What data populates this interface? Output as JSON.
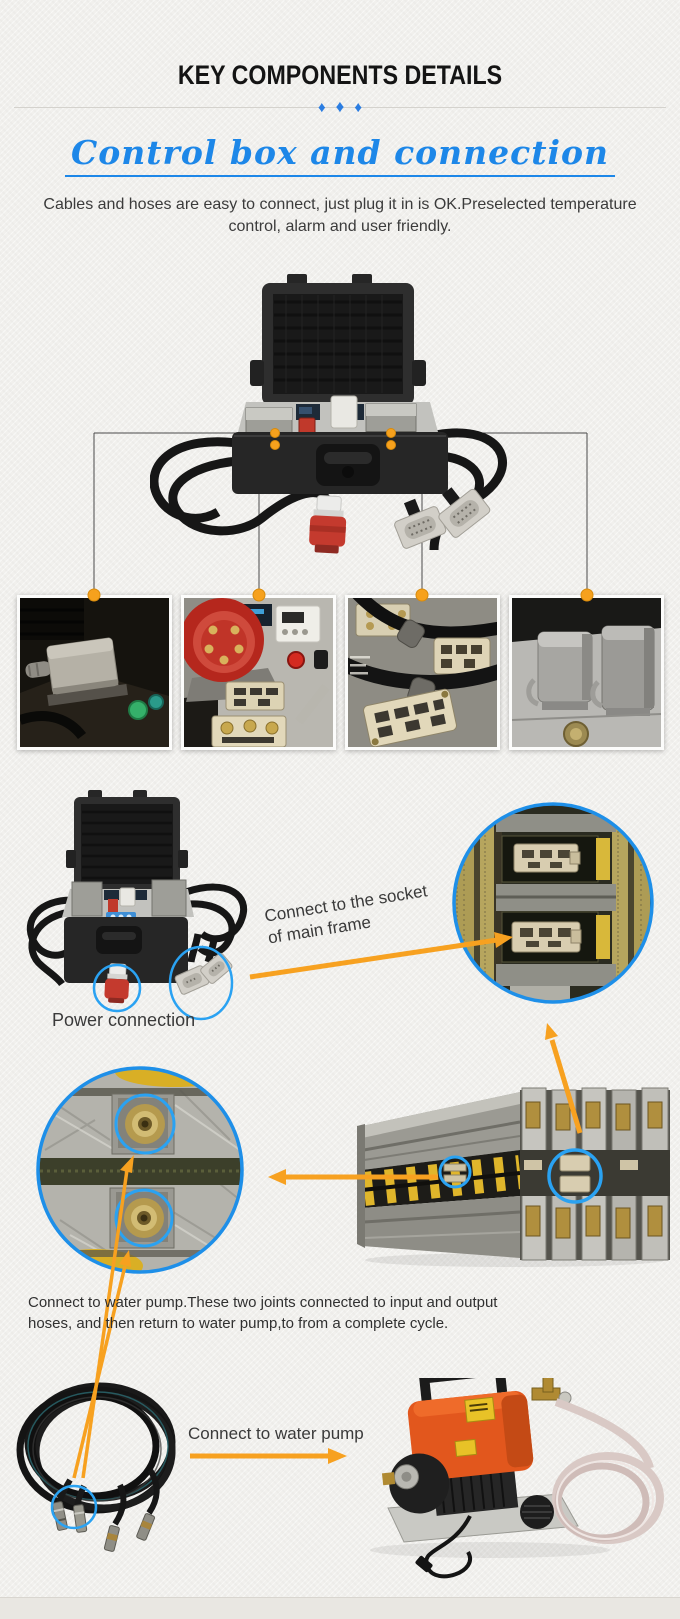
{
  "header": {
    "title": "KEY COMPONENTS DETAILS",
    "diamonds": [
      "♦",
      "♦",
      "♦"
    ]
  },
  "section": {
    "subtitle": "Control box and connection",
    "description_lines": [
      "Cables and hoses are easy to connect, just plug it in is OK.Preselected temperature",
      "control, alarm and user friendly."
    ]
  },
  "callouts": {
    "socket_lines": [
      "Connect to the socket",
      "of main frame"
    ],
    "power_connection": "Power connection",
    "pump_note_lines": [
      "Connect to water pump.These two joints connected to input and output",
      "hoses, and then return to water pump,to from a complete cycle."
    ],
    "connect_pump": "Connect to water pump"
  },
  "colors": {
    "title_black": "#141414",
    "subtitle_blue": "#1d87e8",
    "diamond_blue": "#2b7de1",
    "annotation_circle_blue": "#2aa2f2",
    "arrow_orange": "#f7a120",
    "dot_orange": "#f6a11d",
    "leader_line_gray": "#4a4a4a",
    "body_text_gray": "#3a3a3a",
    "background": "#f1f0ed"
  },
  "icons": {
    "diamond_icon": "♦"
  }
}
